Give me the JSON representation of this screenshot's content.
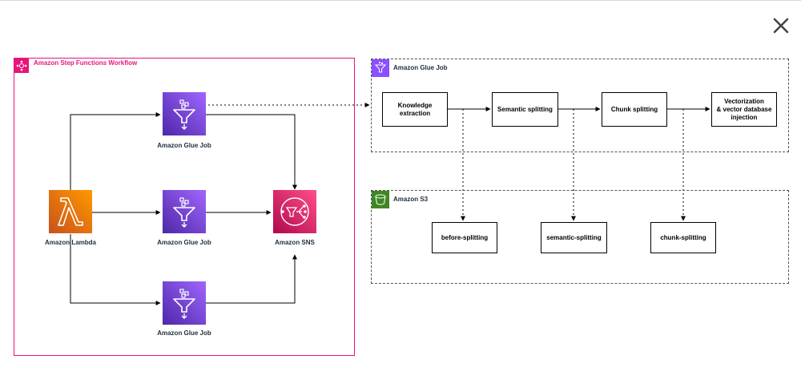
{
  "groups": {
    "step_functions": {
      "label": "Amazon Step Functions Workflow"
    },
    "glue_detail": {
      "label": "Amazon Glue Job"
    },
    "s3": {
      "label": "Amazon S3"
    }
  },
  "nodes": {
    "lambda": {
      "label": "Amazon Lambda",
      "icon": "lambda-icon"
    },
    "glue_top": {
      "label": "Amazon Glue Job",
      "icon": "glue-icon"
    },
    "glue_mid": {
      "label": "Amazon Glue Job",
      "icon": "glue-icon"
    },
    "glue_bottom": {
      "label": "Amazon Glue Job",
      "icon": "glue-icon"
    },
    "sns": {
      "label": "Amazon SNS",
      "icon": "sns-icon"
    }
  },
  "steps": {
    "knowledge": {
      "line1": "Knowledge",
      "line2": "extraction"
    },
    "semantic": {
      "label": "Semantic splitting"
    },
    "chunk": {
      "label": "Chunk splitting"
    },
    "vector": {
      "line1": "Vectorization",
      "line2": "& vector database",
      "line3": "injection"
    }
  },
  "buckets": {
    "before": {
      "label": "before-splitting"
    },
    "semantic": {
      "label": "semantic-splitting"
    },
    "chunk": {
      "label": "chunk-splitting"
    }
  },
  "colors": {
    "lambda": "#ed7100",
    "glue": "#8c4fff",
    "sns": "#e7157b",
    "s3": "#3f8624",
    "step_functions": "#e7157b"
  },
  "close_icon": "close-icon"
}
